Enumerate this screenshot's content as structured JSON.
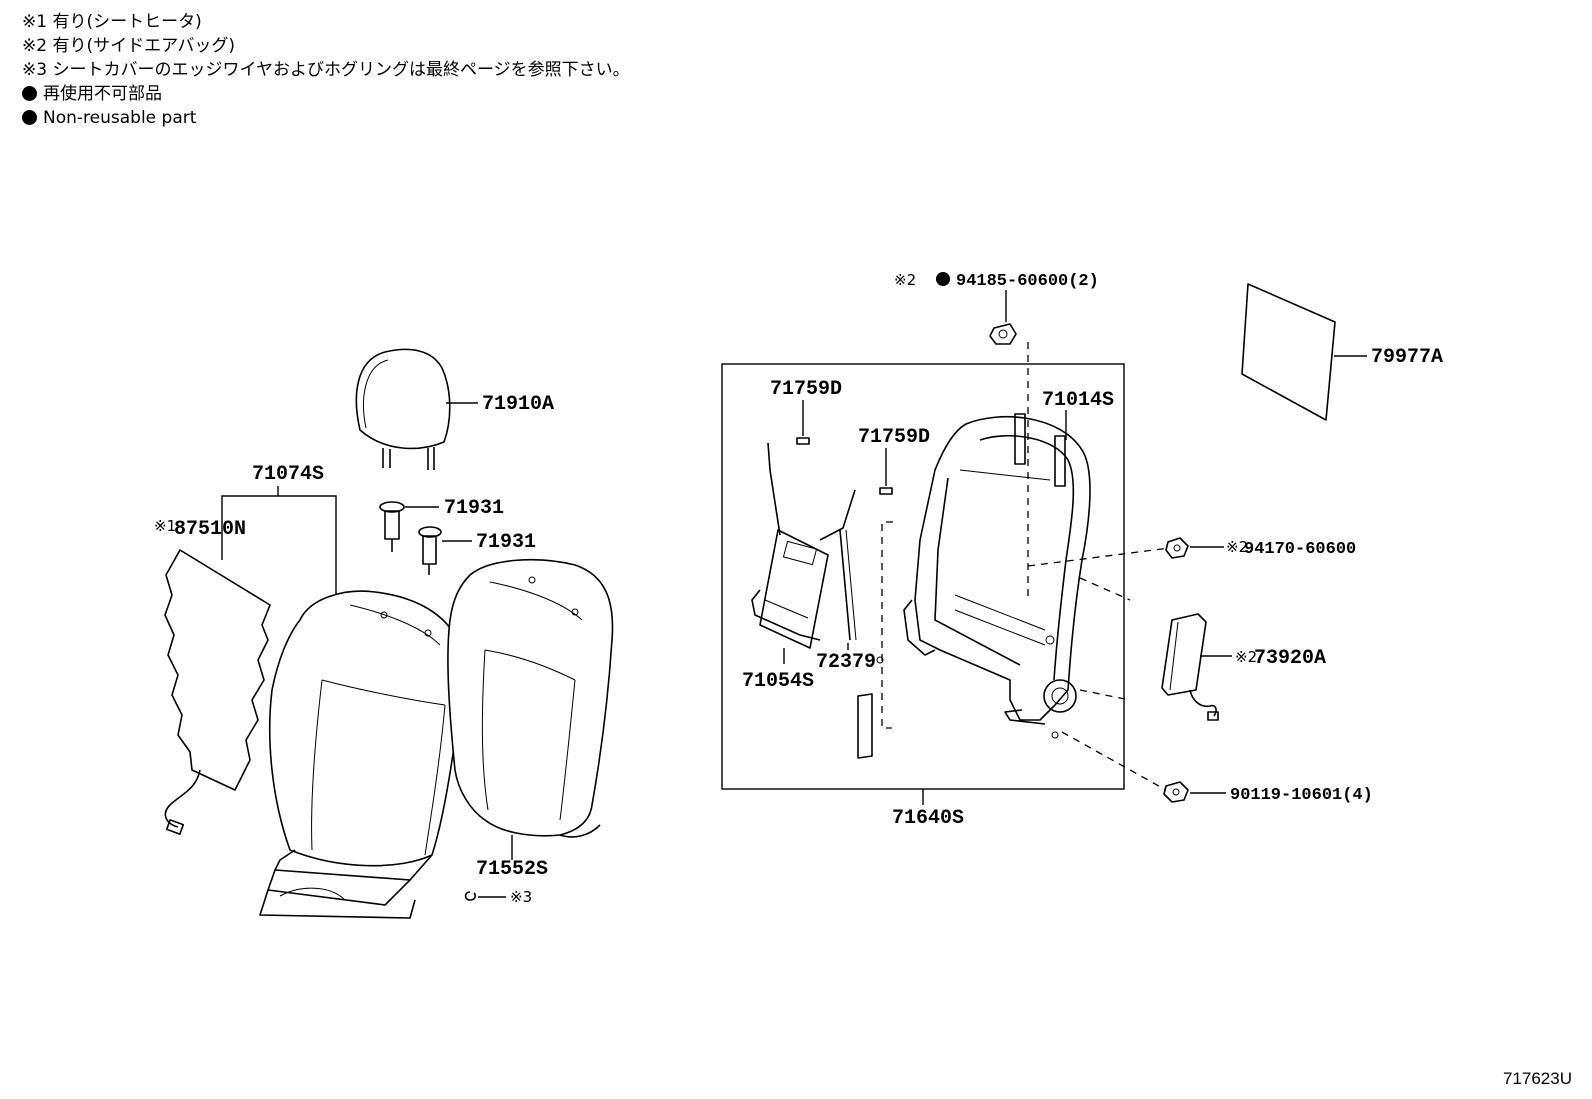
{
  "notes": [
    {
      "mark": "※1",
      "text": "有り(シートヒータ)"
    },
    {
      "mark": "※2",
      "text": "有り(サイドエアバッグ)"
    },
    {
      "mark": "※3",
      "text": "シートカバーのエッジワイヤおよびホグリングは最終ページを参照下さい。"
    },
    {
      "mark": "●",
      "text": "再使用不可部品"
    },
    {
      "mark": "●",
      "text": "Non-reusable part"
    }
  ],
  "parts": {
    "p71910A": "71910A",
    "p71074S": "71074S",
    "p87510N_mark": "※1",
    "p87510N": "87510N",
    "p71931a": "71931",
    "p71931b": "71931",
    "p71552S": "71552S",
    "p3_mark": "※3",
    "p71759D_a": "71759D",
    "p71759D_b": "71759D",
    "p71014S": "71014S",
    "p72379": "72379",
    "p71054S": "71054S",
    "p71640S": "71640S",
    "p94185_mark": "※2",
    "p94185": "94185-60600(2)",
    "p79977A": "79977A",
    "p94170_mark": "※2",
    "p94170": "94170-60600",
    "p73920A_mark": "※2",
    "p73920A": "73920A",
    "p90119": "90119-10601(4)"
  },
  "diagram_code": "717623U"
}
